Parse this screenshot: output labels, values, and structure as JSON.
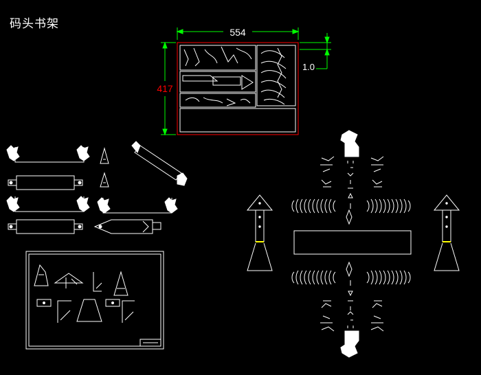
{
  "title": "码头书架",
  "dimensions": {
    "width_label": "554",
    "height_label": "417",
    "offset_label": "1.0"
  },
  "colors": {
    "background": "#000000",
    "line": "#ffffff",
    "dimension": "#00ff00",
    "dimension_text": "#ff0000",
    "border": "#ff0000",
    "accent": "#ffff00"
  }
}
